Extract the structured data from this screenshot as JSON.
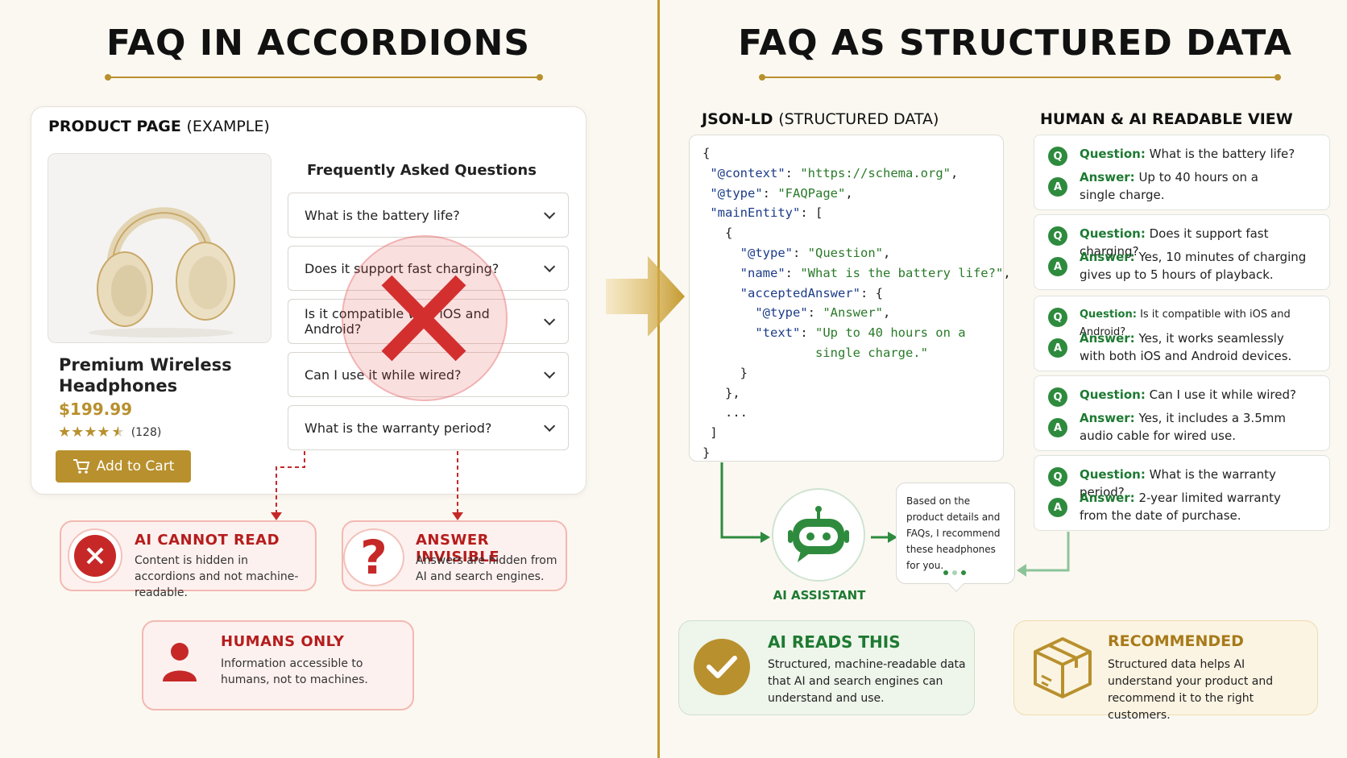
{
  "left": {
    "title": "FAQ IN ACCORDIONS",
    "product_card_label_bold": "PRODUCT PAGE",
    "product_card_label_rest": "(EXAMPLE)",
    "product_name": "Premium Wireless Headphones",
    "price": "$199.99",
    "rating": 4.5,
    "review_count": "(128)",
    "add_to_cart": "Add to Cart",
    "faq_heading": "Frequently Asked Questions",
    "accordion_items": [
      "What is the battery life?",
      "Does it support fast charging?",
      "Is it compatible with iOS and Android?",
      "Can I use it while wired?",
      "What is the warranty period?"
    ],
    "warnings": [
      {
        "title": "AI CANNOT READ",
        "text": "Content is hidden in accordions and not machine-readable."
      },
      {
        "title": "ANSWER INVISIBLE",
        "text": "Answers are hidden from AI and search engines."
      },
      {
        "title": "HUMANS ONLY",
        "text": "Information accessible to humans, not to machines."
      }
    ]
  },
  "right": {
    "title": "FAQ AS STRUCTURED DATA",
    "json_label_bold": "JSON-LD",
    "json_label_rest": "(STRUCTURED DATA)",
    "readable_label": "HUMAN & AI READABLE VIEW",
    "qa_items": [
      {
        "question": "What is the battery life?",
        "answer": "Up to 40 hours on a single charge."
      },
      {
        "question": "Does it support fast charging?",
        "answer": "Yes, 10 minutes of charging gives up to 5 hours of playback."
      },
      {
        "question": "Is it compatible with iOS and Android?",
        "answer": "Yes, it works seamlessly with both iOS and Android devices."
      },
      {
        "question": "Can I use it while wired?",
        "answer": "Yes, it includes a 3.5mm audio cable for wired use."
      },
      {
        "question": "What is the warranty period?",
        "answer": "2-year limited warranty from the date of purchase."
      }
    ],
    "question_label": "Question:",
    "answer_label": "Answer:",
    "q_badge": "Q",
    "a_badge": "A",
    "assistant_label": "AI ASSISTANT",
    "assistant_bubble": "Based on the product details and FAQs, I recommend these headphones for you.",
    "ai_reads": {
      "title": "AI READS THIS",
      "text": "Structured, machine-readable data that AI and search engines can understand and use."
    },
    "recommended": {
      "title": "RECOMMENDED",
      "text": "Structured data helps AI understand your product and recommend it to the right customers."
    }
  },
  "colors": {
    "gold": "#b8902d",
    "red": "#c62828",
    "green": "#2e8b3e"
  }
}
